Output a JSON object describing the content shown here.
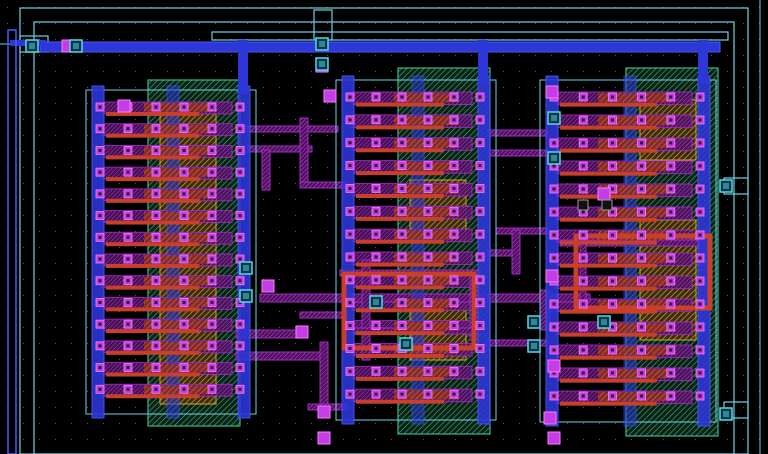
{
  "view": {
    "kind": "ic-layout-editor-canvas",
    "background": "#000000",
    "grid": {
      "visible": true,
      "dot_color": "#5a5a5a"
    }
  },
  "layers": [
    {
      "name": "nwell",
      "color": "#3ab88a",
      "style": "hatch-light"
    },
    {
      "name": "pdiff",
      "color": "#c79a2a",
      "style": "hatch"
    },
    {
      "name": "poly",
      "color": "#c8402a",
      "style": "fill"
    },
    {
      "name": "metal1",
      "color": "#2d36d6",
      "style": "fill"
    },
    {
      "name": "metal2",
      "color": "#a12cc0",
      "style": "hatch"
    },
    {
      "name": "contact",
      "color": "#c43de6",
      "style": "fill"
    },
    {
      "name": "via",
      "color": "#52d7ee",
      "style": "outline"
    },
    {
      "name": "boundary",
      "color": "#6ad3e6",
      "style": "outline"
    }
  ],
  "blocks": [
    {
      "name": "block-left",
      "rows": 14
    },
    {
      "name": "block-middle",
      "rows": 14
    },
    {
      "name": "block-right",
      "rows": 14
    }
  ]
}
